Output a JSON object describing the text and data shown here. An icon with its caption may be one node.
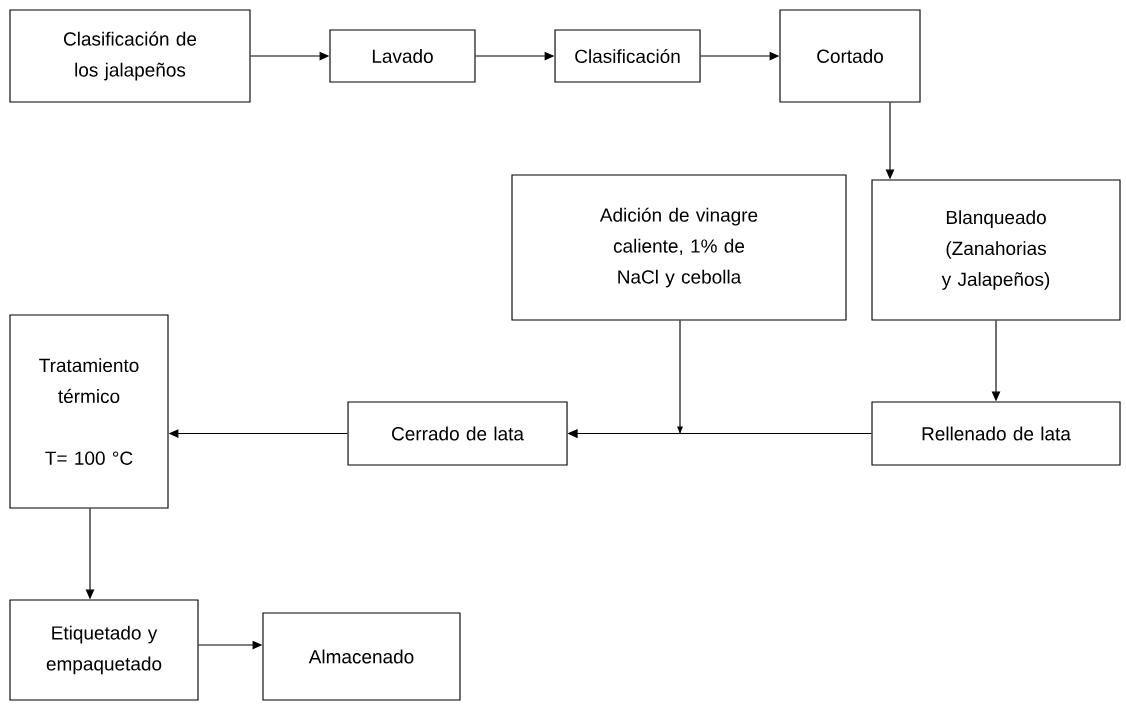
{
  "diagram": {
    "nodes": [
      {
        "text": [
          "Clasificación de los jalapeños"
        ]
      },
      {
        "text": [
          "Lavado"
        ]
      },
      {
        "text": [
          "Clasificación"
        ]
      },
      {
        "text": [
          "Cortado"
        ]
      },
      {
        "text": [
          "Adición de vinagre caliente, 1% de NaCl y cebolla"
        ]
      },
      {
        "text": [
          "Blanqueado (Zanahorias y Jalapeños)"
        ]
      },
      {
        "text": [
          "Tratamiento térmico",
          "T= 100 °C"
        ]
      },
      {
        "text": [
          "Cerrado de lata"
        ]
      },
      {
        "text": [
          "Rellenado de lata"
        ]
      },
      {
        "text": [
          "Etiquetado y empaquetado"
        ]
      },
      {
        "text": [
          "Almacenado"
        ]
      }
    ],
    "edges": [
      {
        "from": 0,
        "to": 1,
        "arrow": "to"
      },
      {
        "from": 1,
        "to": 2,
        "arrow": "to"
      },
      {
        "from": 2,
        "to": 3,
        "arrow": "to"
      },
      {
        "from": 3,
        "to": 5,
        "arrow": "to"
      },
      {
        "from": 5,
        "to": 8,
        "arrow": "to"
      },
      {
        "from": 8,
        "to": 7,
        "arrow": "to"
      },
      {
        "from": 4,
        "to": 7,
        "arrow": "to"
      },
      {
        "from": 7,
        "to": 6,
        "arrow": "to"
      },
      {
        "from": 6,
        "to": 9,
        "arrow": "to"
      },
      {
        "from": 9,
        "to": 10,
        "arrow": "to"
      }
    ]
  }
}
